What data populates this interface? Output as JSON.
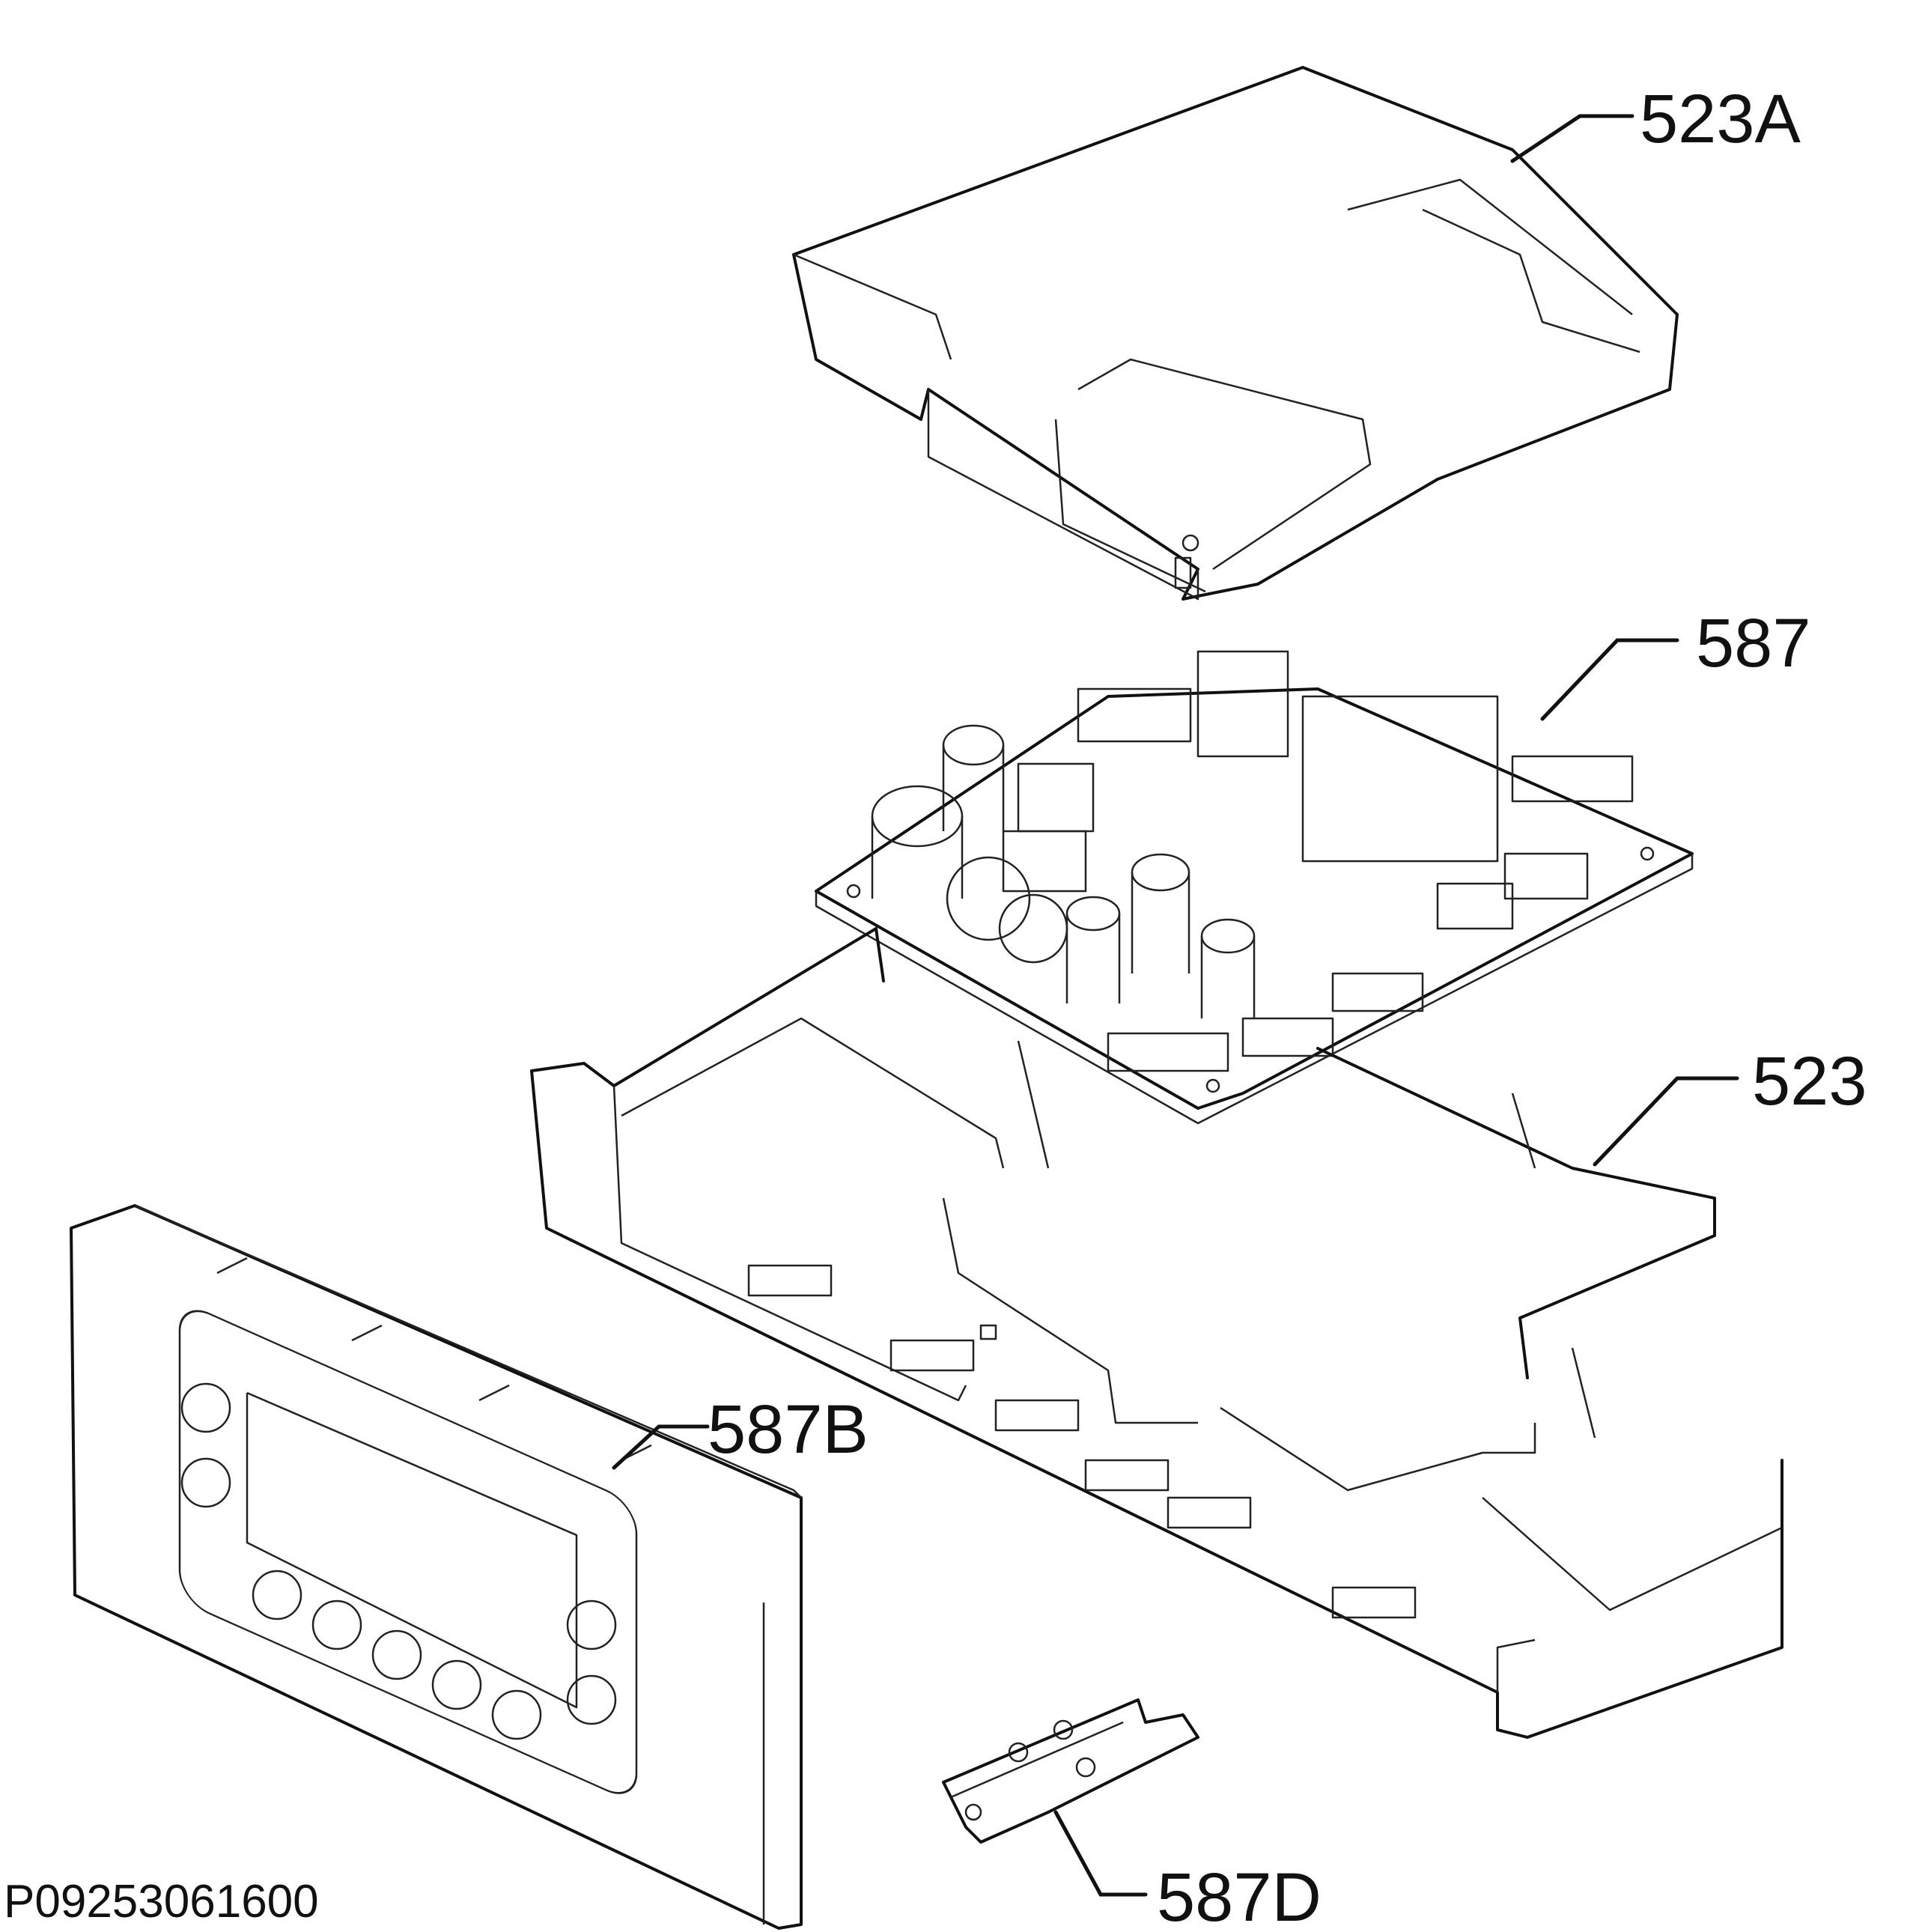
{
  "parts": [
    {
      "id": "cover",
      "label": "523A"
    },
    {
      "id": "pcb",
      "label": "587"
    },
    {
      "id": "housing",
      "label": "523"
    },
    {
      "id": "panel",
      "label": "587B"
    },
    {
      "id": "keypad",
      "label": "587D"
    }
  ],
  "drawing_code": "P09253061600"
}
